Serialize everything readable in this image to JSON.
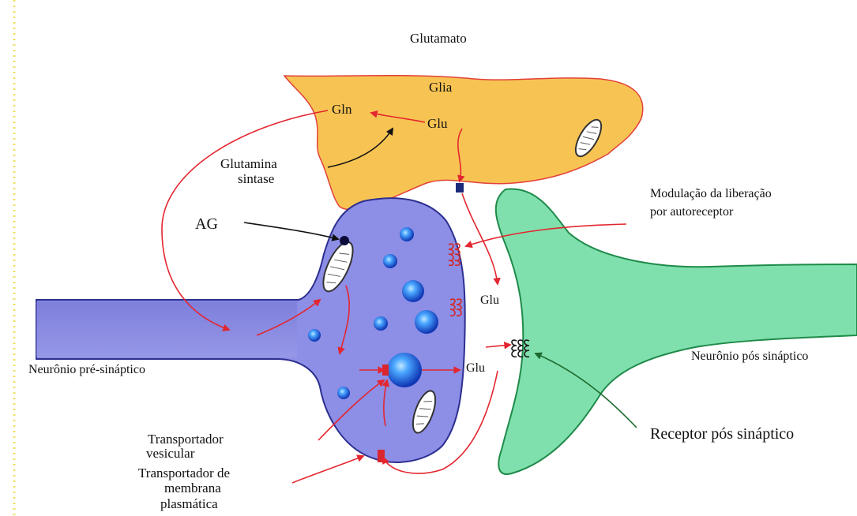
{
  "title": "Glutamato",
  "labels": {
    "glia": "Glia",
    "gln": "Gln",
    "glu_glia": "Glu",
    "glutamina_sintase_l1": "Glutamina",
    "glutamina_sintase_l2": "sintase",
    "ag": "AG",
    "modulacao_l1": "Modulação da liberação",
    "modulacao_l2": "por autoreceptor",
    "glu_cleft": "Glu",
    "glu_release": "Glu",
    "neuronio_pre": "Neurônio pré-sináptico",
    "neuronio_pos": "Neurônio pós sináptico",
    "receptor_pos": "Receptor pós sináptico",
    "transp_vesicular_l1": "Transportador",
    "transp_vesicular_l2": "vesicular",
    "transp_membrana_l1": "Transportador de",
    "transp_membrana_l2": "membrana",
    "transp_membrana_l3": "plasmática"
  },
  "colors": {
    "glia_fill": "#f7c453",
    "glia_outline": "#e2413a",
    "presynaptic_fill": "#8d8ee6",
    "presynaptic_outline": "#2d2f8f",
    "postsynaptic_fill": "#7fe0ad",
    "postsynaptic_outline": "#1f8a4a",
    "vesicle": "#1f6fe0",
    "arrow_red": "#e3262f",
    "arrow_black": "#111111",
    "arrow_green": "#1e6b2f",
    "dotted_border": "#f2e16a"
  }
}
